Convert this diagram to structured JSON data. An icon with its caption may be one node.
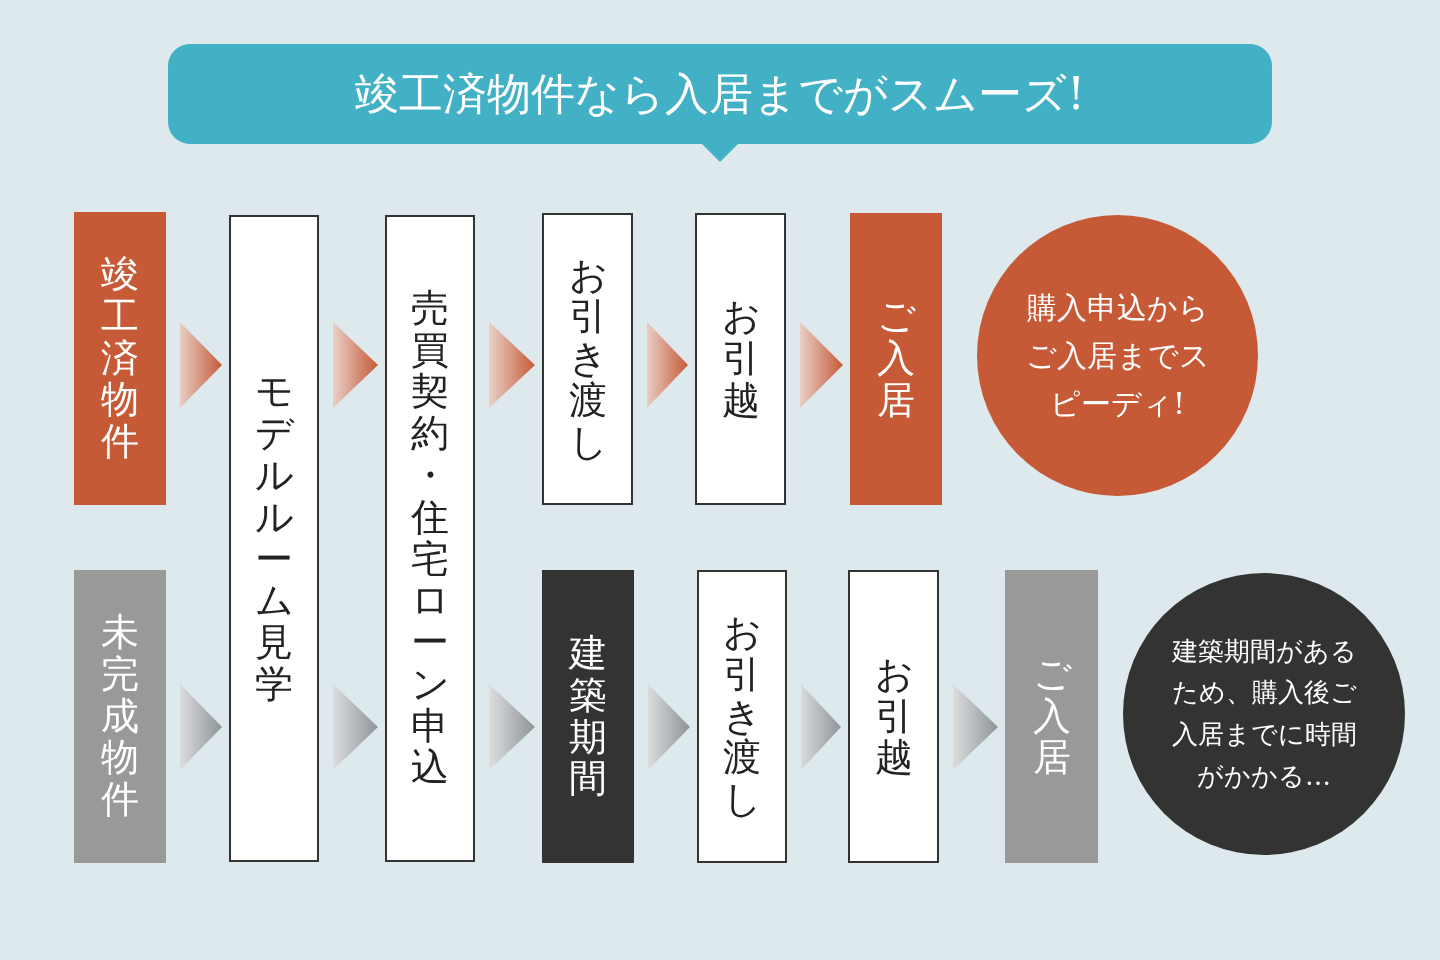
{
  "diagram": {
    "title": "竣工済物件なら入居までがスムーズ!",
    "nodes": [
      {
        "text": [
          "竣工済物件"
        ]
      },
      {
        "text": [
          "モデルルーム見学"
        ]
      },
      {
        "text": [
          "売買契約・住宅ローン申込"
        ]
      },
      {
        "text": [
          "お引き渡し"
        ]
      },
      {
        "text": [
          "お引越"
        ]
      },
      {
        "text": [
          "ご入居"
        ]
      },
      {
        "text": [
          "購入申込からご入居までスピーディ!"
        ]
      },
      {
        "text": [
          "未完成物件"
        ]
      },
      {
        "text": [
          "建築期間"
        ]
      },
      {
        "text": [
          "お引き渡し"
        ]
      },
      {
        "text": [
          "お引越"
        ]
      },
      {
        "text": [
          "ご入居"
        ]
      },
      {
        "text": [
          "建築期間があるため、購入後ご入居までに時間がかかる…"
        ]
      }
    ],
    "edges": [
      {
        "from": 0,
        "to": 1,
        "arrow": "to",
        "color": "#c65a37"
      },
      {
        "from": 1,
        "to": 2,
        "arrow": "to",
        "color": "#c65a37"
      },
      {
        "from": 2,
        "to": 3,
        "arrow": "to",
        "color": "#c65a37"
      },
      {
        "from": 3,
        "to": 4,
        "arrow": "to",
        "color": "#c65a37"
      },
      {
        "from": 4,
        "to": 5,
        "arrow": "to",
        "color": "#c65a37"
      },
      {
        "from": 7,
        "to": 1,
        "arrow": "to"
      },
      {
        "from": 1,
        "to": 2,
        "arrow": "to"
      },
      {
        "from": 2,
        "to": 8,
        "arrow": "to"
      },
      {
        "from": 8,
        "to": 9,
        "arrow": "to"
      },
      {
        "from": 9,
        "to": 10,
        "arrow": "to"
      },
      {
        "from": 10,
        "to": 11,
        "arrow": "to"
      }
    ]
  }
}
